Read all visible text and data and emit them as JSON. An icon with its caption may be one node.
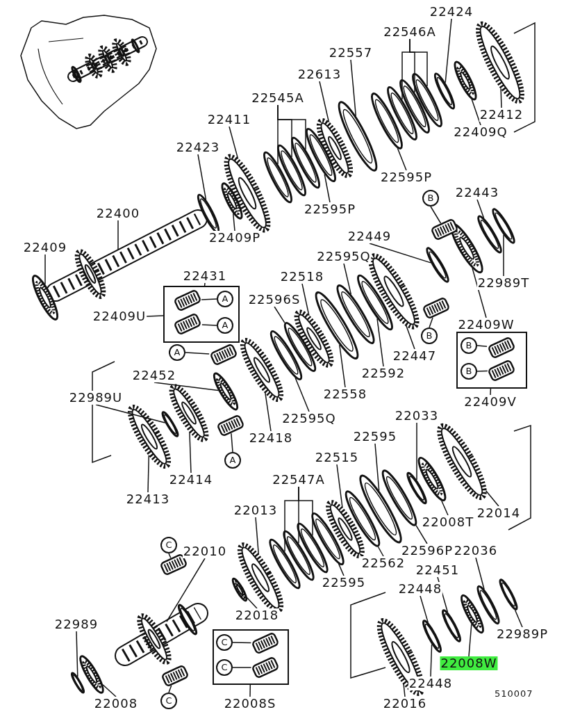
{
  "diagram": {
    "nodes": [
      {
        "text": [
          "22424"
        ]
      },
      {
        "text": [
          "22546A"
        ]
      },
      {
        "text": [
          "22557"
        ]
      },
      {
        "text": [
          "22613"
        ]
      },
      {
        "text": [
          "22545A"
        ]
      },
      {
        "text": [
          "22411"
        ]
      },
      {
        "text": [
          "22423"
        ]
      },
      {
        "text": [
          "22412"
        ]
      },
      {
        "text": [
          "22409Q"
        ]
      },
      {
        "text": [
          "22595P"
        ]
      },
      {
        "text": [
          "22400"
        ]
      },
      {
        "text": [
          "22595P"
        ]
      },
      {
        "text": [
          "B"
        ]
      },
      {
        "text": [
          "22443"
        ]
      },
      {
        "text": [
          "22409"
        ]
      },
      {
        "text": [
          "22409P"
        ]
      },
      {
        "text": [
          "22449"
        ]
      },
      {
        "text": [
          "22595Q"
        ]
      },
      {
        "text": [
          "22518"
        ]
      },
      {
        "text": [
          "22431"
        ]
      },
      {
        "text": [
          "22989T"
        ]
      },
      {
        "text": [],
        "shape": "box"
      },
      {
        "text": [
          "A"
        ],
        "in": 21
      },
      {
        "text": [
          "A"
        ],
        "in": 21
      },
      {
        "text": [
          "22409U"
        ]
      },
      {
        "text": [
          "22596S"
        ]
      },
      {
        "text": [
          "22409W"
        ]
      },
      {
        "text": [
          "B"
        ]
      },
      {
        "text": [
          "22447"
        ]
      },
      {
        "text": [],
        "shape": "box"
      },
      {
        "text": [
          "B"
        ],
        "in": 29
      },
      {
        "text": [
          "B"
        ],
        "in": 29
      },
      {
        "text": [
          "A"
        ]
      },
      {
        "text": [
          "22592"
        ]
      },
      {
        "text": [
          "22452"
        ]
      },
      {
        "text": [
          "22558"
        ]
      },
      {
        "text": [
          "22989U"
        ]
      },
      {
        "text": [
          "22409V"
        ]
      },
      {
        "text": [
          "22595Q"
        ]
      },
      {
        "text": [
          "22033"
        ]
      },
      {
        "text": [
          "22418"
        ]
      },
      {
        "text": [
          "22595"
        ]
      },
      {
        "text": [
          "22515"
        ]
      },
      {
        "text": [
          "A"
        ]
      },
      {
        "text": [
          "22414"
        ]
      },
      {
        "text": [
          "22547A"
        ]
      },
      {
        "text": [
          "22413"
        ]
      },
      {
        "text": [
          "22014"
        ]
      },
      {
        "text": [
          "22013"
        ]
      },
      {
        "text": [
          "22008T"
        ]
      },
      {
        "text": [
          "22596P"
        ]
      },
      {
        "text": [
          "C"
        ]
      },
      {
        "text": [
          "22010"
        ]
      },
      {
        "text": [
          "22036"
        ]
      },
      {
        "text": [
          "22562"
        ]
      },
      {
        "text": [
          "22451"
        ]
      },
      {
        "text": [
          "22595"
        ]
      },
      {
        "text": [
          "22448"
        ]
      },
      {
        "text": [
          "22018"
        ]
      },
      {
        "text": [
          "22989"
        ]
      },
      {
        "text": [
          "22989P"
        ]
      },
      {
        "text": [],
        "shape": "box"
      },
      {
        "text": [
          "C"
        ],
        "in": 61
      },
      {
        "text": [
          "C"
        ],
        "in": 61
      },
      {
        "text": [
          "22008W"
        ]
      },
      {
        "text": [
          "22448"
        ]
      },
      {
        "text": [
          "22008"
        ]
      },
      {
        "text": [
          "22008S"
        ]
      },
      {
        "text": [
          "22016"
        ]
      },
      {
        "text": [
          "C"
        ]
      },
      {
        "text": [],
        "shape": "gear"
      },
      {
        "text": [],
        "shape": "bearing"
      },
      {
        "text": [],
        "shape": "ring"
      },
      {
        "text": [],
        "shape": "ring"
      },
      {
        "text": [],
        "shape": "ring"
      },
      {
        "text": [],
        "shape": "ring"
      },
      {
        "text": [],
        "shape": "ring"
      },
      {
        "text": [],
        "shape": "ring"
      },
      {
        "text": [],
        "shape": "gear"
      },
      {
        "text": [],
        "shape": "ring"
      },
      {
        "text": [],
        "shape": "ring"
      },
      {
        "text": [],
        "shape": "ring"
      },
      {
        "text": [],
        "shape": "ring"
      },
      {
        "text": [],
        "shape": "gear"
      },
      {
        "text": [],
        "shape": "bearing"
      },
      {
        "text": [],
        "shape": "ring"
      },
      {
        "text": [],
        "shape": "shaft"
      },
      {
        "text": [],
        "shape": "bearing"
      },
      {
        "text": [],
        "shape": "bearing"
      },
      {
        "text": [],
        "shape": "ring"
      },
      {
        "text": [],
        "shape": "ring"
      },
      {
        "text": [],
        "shape": "bearing"
      },
      {
        "text": [],
        "shape": "ring"
      },
      {
        "text": [],
        "shape": "gear"
      },
      {
        "text": [],
        "shape": "ring"
      },
      {
        "text": [],
        "shape": "ring"
      },
      {
        "text": [],
        "shape": "ring"
      },
      {
        "text": [],
        "shape": "gear"
      },
      {
        "text": [],
        "shape": "ring"
      },
      {
        "text": [],
        "shape": "ring"
      },
      {
        "text": [],
        "shape": "gear"
      },
      {
        "text": [],
        "shape": "bearing",
        "in": 21
      },
      {
        "text": [],
        "shape": "bearing",
        "in": 21
      },
      {
        "text": [],
        "shape": "bearing"
      },
      {
        "text": [],
        "shape": "bearing",
        "in": 29
      },
      {
        "text": [],
        "shape": "bearing",
        "in": 29
      },
      {
        "text": [],
        "shape": "bearing"
      },
      {
        "text": [],
        "shape": "bearing"
      },
      {
        "text": [],
        "shape": "gear"
      },
      {
        "text": [],
        "shape": "ring"
      },
      {
        "text": [],
        "shape": "gear"
      },
      {
        "text": [],
        "shape": "bearing"
      },
      {
        "text": [],
        "shape": "gear"
      },
      {
        "text": [],
        "shape": "bearing"
      },
      {
        "text": [],
        "shape": "ring"
      },
      {
        "text": [],
        "shape": "ring"
      },
      {
        "text": [],
        "shape": "ring"
      },
      {
        "text": [],
        "shape": "ring"
      },
      {
        "text": [],
        "shape": "gear"
      },
      {
        "text": [],
        "shape": "ring"
      },
      {
        "text": [],
        "shape": "ring"
      },
      {
        "text": [],
        "shape": "ring"
      },
      {
        "text": [],
        "shape": "ring"
      },
      {
        "text": [],
        "shape": "gear"
      },
      {
        "text": [],
        "shape": "bearing"
      },
      {
        "text": [],
        "shape": "shaft"
      },
      {
        "text": [],
        "shape": "bearing"
      },
      {
        "text": [],
        "shape": "ring"
      },
      {
        "text": [],
        "shape": "ring"
      },
      {
        "text": [],
        "shape": "ring"
      },
      {
        "text": [],
        "shape": "bearing"
      },
      {
        "text": [],
        "shape": "ring"
      },
      {
        "text": [],
        "shape": "ring"
      },
      {
        "text": [],
        "shape": "bearing",
        "in": 61
      },
      {
        "text": [],
        "shape": "bearing",
        "in": 61
      },
      {
        "text": [],
        "shape": "gear"
      },
      {
        "text": [],
        "shape": "bearing"
      },
      {
        "text": [],
        "shape": "bearing"
      }
    ],
    "edges": [
      {
        "from": 0,
        "to": 72,
        "arrow": "none"
      },
      {
        "from": 1,
        "to": 73,
        "arrow": "none"
      },
      {
        "from": 1,
        "to": 74,
        "arrow": "none"
      },
      {
        "from": 1,
        "to": 75,
        "arrow": "none"
      },
      {
        "from": 2,
        "to": 77,
        "arrow": "none"
      },
      {
        "from": 3,
        "to": 78,
        "arrow": "none"
      },
      {
        "from": 4,
        "to": 80,
        "arrow": "none"
      },
      {
        "from": 4,
        "to": 81,
        "arrow": "none"
      },
      {
        "from": 4,
        "to": 82,
        "arrow": "none"
      },
      {
        "from": 5,
        "to": 83,
        "arrow": "none"
      },
      {
        "from": 6,
        "to": 85,
        "arrow": "none"
      },
      {
        "from": 7,
        "to": 70,
        "arrow": "none"
      },
      {
        "from": 8,
        "to": 71,
        "arrow": "none"
      },
      {
        "from": 9,
        "to": 76,
        "arrow": "none"
      },
      {
        "from": 10,
        "to": 86,
        "arrow": "none"
      },
      {
        "from": 11,
        "to": 79,
        "arrow": "none"
      },
      {
        "from": 12,
        "to": 88,
        "arrow": "none"
      },
      {
        "from": 13,
        "to": 90,
        "arrow": "none"
      },
      {
        "from": 14,
        "to": 87,
        "arrow": "none"
      },
      {
        "from": 15,
        "to": 84,
        "arrow": "none"
      },
      {
        "from": 16,
        "to": 92,
        "arrow": "none"
      },
      {
        "from": 17,
        "to": 95,
        "arrow": "none"
      },
      {
        "from": 18,
        "to": 97,
        "arrow": "none"
      },
      {
        "from": 19,
        "to": 21,
        "arrow": "none"
      },
      {
        "from": 20,
        "to": 89,
        "arrow": "none"
      },
      {
        "from": 22,
        "to": 101,
        "arrow": "none"
      },
      {
        "from": 23,
        "to": 102,
        "arrow": "none"
      },
      {
        "from": 24,
        "to": 21,
        "arrow": "none"
      },
      {
        "from": 25,
        "to": 98,
        "arrow": "none"
      },
      {
        "from": 26,
        "to": 91,
        "arrow": "none"
      },
      {
        "from": 27,
        "to": 103,
        "arrow": "none"
      },
      {
        "from": 28,
        "to": 93,
        "arrow": "none"
      },
      {
        "from": 30,
        "to": 104,
        "arrow": "none"
      },
      {
        "from": 31,
        "to": 105,
        "arrow": "none"
      },
      {
        "from": 32,
        "to": 106,
        "arrow": "none"
      },
      {
        "from": 33,
        "to": 94,
        "arrow": "none"
      },
      {
        "from": 34,
        "to": 107,
        "arrow": "none"
      },
      {
        "from": 35,
        "to": 96,
        "arrow": "none"
      },
      {
        "from": 36,
        "to": 109,
        "arrow": "none"
      },
      {
        "from": 37,
        "to": 29,
        "arrow": "none"
      },
      {
        "from": 38,
        "to": 99,
        "arrow": "none"
      },
      {
        "from": 39,
        "to": 114,
        "arrow": "none"
      },
      {
        "from": 40,
        "to": 100,
        "arrow": "none"
      },
      {
        "from": 41,
        "to": 116,
        "arrow": "none"
      },
      {
        "from": 42,
        "to": 118,
        "arrow": "none"
      },
      {
        "from": 43,
        "to": 111,
        "arrow": "none"
      },
      {
        "from": 44,
        "to": 108,
        "arrow": "none"
      },
      {
        "from": 45,
        "to": 120,
        "arrow": "none"
      },
      {
        "from": 45,
        "to": 121,
        "arrow": "none"
      },
      {
        "from": 45,
        "to": 122,
        "arrow": "none"
      },
      {
        "from": 46,
        "to": 110,
        "arrow": "none"
      },
      {
        "from": 47,
        "to": 112,
        "arrow": "none"
      },
      {
        "from": 48,
        "to": 123,
        "arrow": "none"
      },
      {
        "from": 49,
        "to": 113,
        "arrow": "none"
      },
      {
        "from": 50,
        "to": 115,
        "arrow": "none"
      },
      {
        "from": 51,
        "to": 124,
        "arrow": "none"
      },
      {
        "from": 52,
        "to": 125,
        "arrow": "none"
      },
      {
        "from": 53,
        "to": 129,
        "arrow": "none"
      },
      {
        "from": 54,
        "to": 117,
        "arrow": "none"
      },
      {
        "from": 55,
        "to": 131,
        "arrow": "none"
      },
      {
        "from": 56,
        "to": 119,
        "arrow": "none"
      },
      {
        "from": 57,
        "to": 132,
        "arrow": "none"
      },
      {
        "from": 58,
        "to": 126,
        "arrow": "none"
      },
      {
        "from": 59,
        "to": 127,
        "arrow": "none"
      },
      {
        "from": 60,
        "to": 128,
        "arrow": "none"
      },
      {
        "from": 62,
        "to": 133,
        "arrow": "none"
      },
      {
        "from": 63,
        "to": 134,
        "arrow": "none"
      },
      {
        "from": 64,
        "to": 130,
        "arrow": "none"
      },
      {
        "from": 65,
        "to": 132,
        "arrow": "none"
      },
      {
        "from": 66,
        "to": 137,
        "arrow": "none"
      },
      {
        "from": 67,
        "to": 61,
        "arrow": "none"
      },
      {
        "from": 68,
        "to": 135,
        "arrow": "none"
      },
      {
        "from": 69,
        "to": 136,
        "arrow": "none"
      }
    ],
    "labels": [
      "510007"
    ]
  }
}
